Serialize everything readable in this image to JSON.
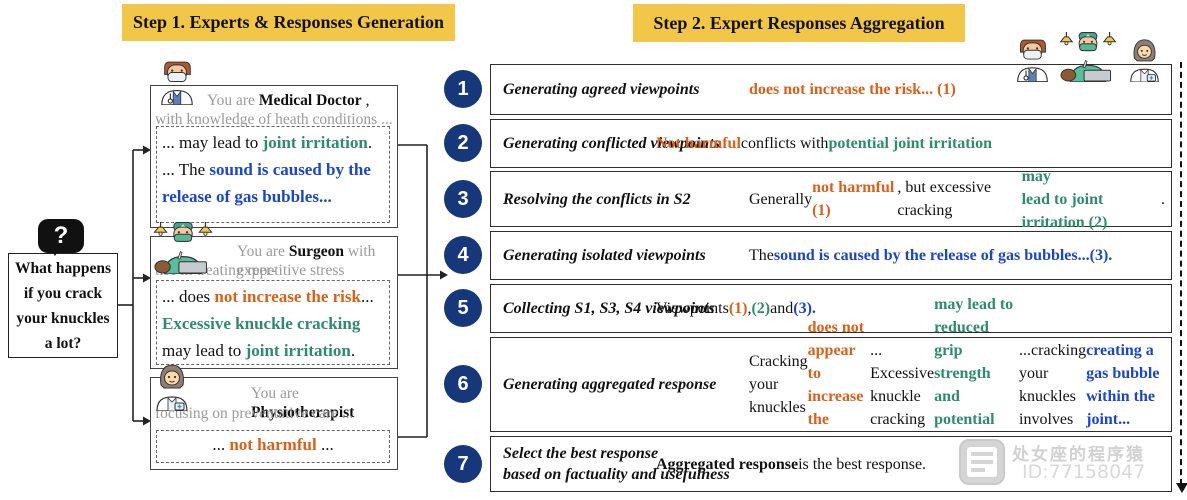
{
  "colors": {
    "accent_yellow": "#F2C649",
    "navy_circle": "#17377B",
    "orange": "#D9611B",
    "teal": "#2E8B70",
    "blue": "#1B46C8",
    "gray_text": "#9B9B9B"
  },
  "icons": {
    "question": "question-mark-bubble",
    "experts": [
      "medical-doctor-icon",
      "surgeon-icon",
      "physiotherapist-icon"
    ]
  },
  "step1": {
    "title": "Step 1. Experts & Responses Generation",
    "question": "What happens\nif you crack\nyour knuckles\na lot?",
    "experts": [
      {
        "header": [
          {
            "t": "You are ",
            "s": "gray"
          },
          {
            "t": "Medical Doctor",
            "s": "bold"
          },
          {
            "t": " ,",
            "s": "plain"
          }
        ],
        "desc": "with knowledge of heath conditions ...",
        "response": [
          {
            "t": "... may lead to ",
            "s": "plain"
          },
          {
            "t": "joint irritation",
            "s": "teal"
          },
          {
            "t": ".\n... The ",
            "s": "plain"
          },
          {
            "t": "sound is caused by the\nrelease of gas bubbles...",
            "s": "blue"
          }
        ]
      },
      {
        "header": [
          {
            "t": "You are ",
            "s": "gray"
          },
          {
            "t": "Surgeon",
            "s": "bold"
          },
          {
            "t": " with exper-",
            "s": "gray"
          }
        ],
        "desc": "tise in treating repetitive stress injuries.",
        "response": [
          {
            "t": "... does ",
            "s": "plain"
          },
          {
            "t": "not increase the risk",
            "s": "orange"
          },
          {
            "t": "...\n",
            "s": "plain"
          },
          {
            "t": "Excessive knuckle cracking",
            "s": "teal"
          },
          {
            "t": "\nmay lead to ",
            "s": "plain"
          },
          {
            "t": "joint irritation",
            "s": "teal"
          },
          {
            "t": ".",
            "s": "plain"
          }
        ]
      },
      {
        "header": [
          {
            "t": "You are ",
            "s": "gray"
          },
          {
            "t": "Physiotherapist",
            "s": "bold"
          }
        ],
        "desc": "focusing on preventative care ...",
        "response": [
          {
            "t": "... ",
            "s": "plain"
          },
          {
            "t": "not harmful",
            "s": "orange"
          },
          {
            "t": " ...",
            "s": "plain"
          }
        ]
      }
    ]
  },
  "step2": {
    "title": "Step 2. Expert Responses Aggregation",
    "rows": [
      {
        "num": "1",
        "label": "Generating agreed viewpoints",
        "content": [
          {
            "t": "does not increase the risk... (1)",
            "s": "orange"
          }
        ]
      },
      {
        "num": "2",
        "label": "Generating conflicted viewpoints",
        "content": [
          {
            "t": "Not harmful",
            "s": "orange"
          },
          {
            "t": " conflicts with ",
            "s": "plain"
          },
          {
            "t": "potential joint irritation",
            "s": "teal"
          }
        ]
      },
      {
        "num": "3",
        "label": "Resolving the conflicts in S2",
        "content": [
          {
            "t": "Generally ",
            "s": "plain"
          },
          {
            "t": "not harmful (1)",
            "s": "orange"
          },
          {
            "t": ", but excessive cracking ",
            "s": "plain"
          },
          {
            "t": "may\nlead to joint irritation (2)",
            "s": "teal"
          },
          {
            "t": ".",
            "s": "plain"
          }
        ]
      },
      {
        "num": "4",
        "label": "Generating isolated viewpoints",
        "content": [
          {
            "t": "The ",
            "s": "plain"
          },
          {
            "t": "sound is caused by the release of gas bubbles...(3).",
            "s": "blue"
          }
        ]
      },
      {
        "num": "5",
        "label": "Collecting S1, S3, S4 viewpoints",
        "content": [
          {
            "t": "Viewpoints ",
            "s": "plain"
          },
          {
            "t": "(1)",
            "s": "orange"
          },
          {
            "t": ", ",
            "s": "plain"
          },
          {
            "t": "(2)",
            "s": "teal"
          },
          {
            "t": " and ",
            "s": "plain"
          },
          {
            "t": "(3).",
            "s": "blue"
          }
        ]
      },
      {
        "num": "6",
        "label": "Generating aggregated response",
        "content": [
          {
            "t": "Cracking your knuckles ",
            "s": "plain"
          },
          {
            "t": "does not appear to increase the\nrisk",
            "s": "orange"
          },
          {
            "t": "... Excessive knuckle cracking ",
            "s": "plain"
          },
          {
            "t": "may lead to reduced\ngrip strength and potential joint irritation",
            "s": "teal"
          },
          {
            "t": "...cracking your\nknuckles involves ",
            "s": "plain"
          },
          {
            "t": "creating a gas bubble within the joint...",
            "s": "blue"
          }
        ]
      },
      {
        "num": "7",
        "label": "Select the best response\nbased on factuality and usefulness",
        "content": [
          {
            "t": "Aggregated response",
            "s": "bold"
          },
          {
            "t": " is the best response.",
            "s": "plain"
          }
        ]
      }
    ]
  },
  "watermark": {
    "line1": "处女座的程序猿",
    "line2": "ID:77158047"
  }
}
